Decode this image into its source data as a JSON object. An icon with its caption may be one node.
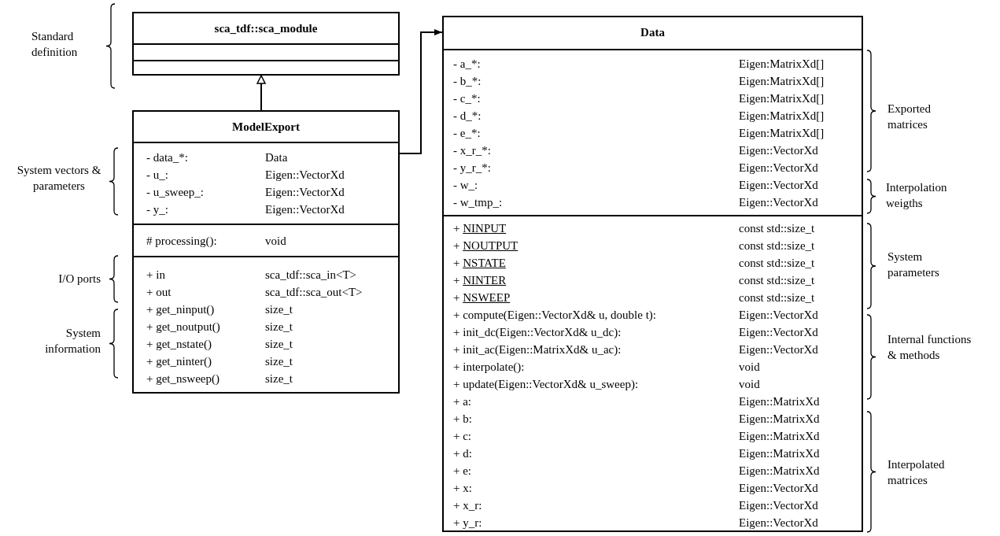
{
  "diagram": {
    "nodes": [
      {
        "text": [
          "sca_tdf::sca_module"
        ]
      },
      {
        "text": [],
        "shape": "box",
        "in": 0
      },
      {
        "text": [],
        "shape": "box",
        "in": 0
      },
      {
        "text": [
          "ModelExport"
        ]
      },
      {
        "text": [
          "- data_*:",
          "Data",
          "- u_:",
          "Eigen::VectorXd",
          "- u_sweep_:",
          "Eigen::VectorXd",
          "- y_:",
          "Eigen::VectorXd"
        ],
        "in": 3
      },
      {
        "text": [
          "# processing():",
          "void"
        ],
        "in": 3
      },
      {
        "text": [
          "+ in",
          "sca_tdf::sca_in<T>",
          "+ out",
          "sca_tdf::sca_out<T>",
          "+ get_ninput()",
          "size_t",
          "+ get_noutput()",
          "size_t",
          "+ get_nstate()",
          "size_t",
          "+ get_ninter()",
          "size_t",
          "+ get_nsweep()",
          "size_t"
        ],
        "in": 3
      },
      {
        "text": [
          "Data"
        ]
      },
      {
        "text": [
          "- a_*:",
          "Eigen:MatrixXd[]",
          "- b_*:",
          "Eigen:MatrixXd[]",
          "- c_*:",
          "Eigen:MatrixXd[]",
          "- d_*:",
          "Eigen:MatrixXd[]",
          "- e_*:",
          "Eigen:MatrixXd[]",
          "- x_r_*:",
          "Eigen::VectorXd",
          "- y_r_*:",
          "Eigen::VectorXd",
          "- w_:",
          "Eigen::VectorXd",
          "- w_tmp_:",
          "Eigen::VectorXd"
        ],
        "in": 7
      },
      {
        "text": [
          "+ NINPUT",
          "const std::size_t",
          "+ NOUTPUT",
          "const std::size_t",
          "+ NSTATE",
          "const std::size_t",
          "+ NINTER",
          "const std::size_t",
          "+ NSWEEP",
          "const std::size_t",
          "+ compute(Eigen::VectorXd& u, double t):",
          "Eigen::VectorXd",
          "+ init_dc(Eigen::VectorXd& u_dc):",
          "Eigen::VectorXd",
          "+ init_ac(Eigen::MatrixXd& u_ac):",
          "Eigen::VectorXd",
          "+ interpolate():",
          "void",
          "+ update(Eigen::VectorXd& u_sweep):",
          "void",
          "+ a:",
          "Eigen::MatrixXd",
          "+ b:",
          "Eigen::MatrixXd",
          "+ c:",
          "Eigen::MatrixXd",
          "+ d:",
          "Eigen::MatrixXd",
          "+ e:",
          "Eigen::MatrixXd",
          "+ x:",
          "Eigen::VectorXd",
          "+ x_r:",
          "Eigen::VectorXd",
          "+ y_r:",
          "Eigen::VectorXd"
        ],
        "in": 7
      }
    ],
    "edges": [
      {
        "from": 3,
        "to": 0,
        "arrow": "to"
      },
      {
        "from": 4,
        "to": 7,
        "arrow": "to"
      }
    ],
    "labels": [
      "Standard definition",
      "System vectors & parameters",
      "I/O ports",
      "System information",
      "Exported matrices",
      "Interpolation weigths",
      "System parameters",
      "Internal functions & methods",
      "Interpolated matrices"
    ]
  }
}
